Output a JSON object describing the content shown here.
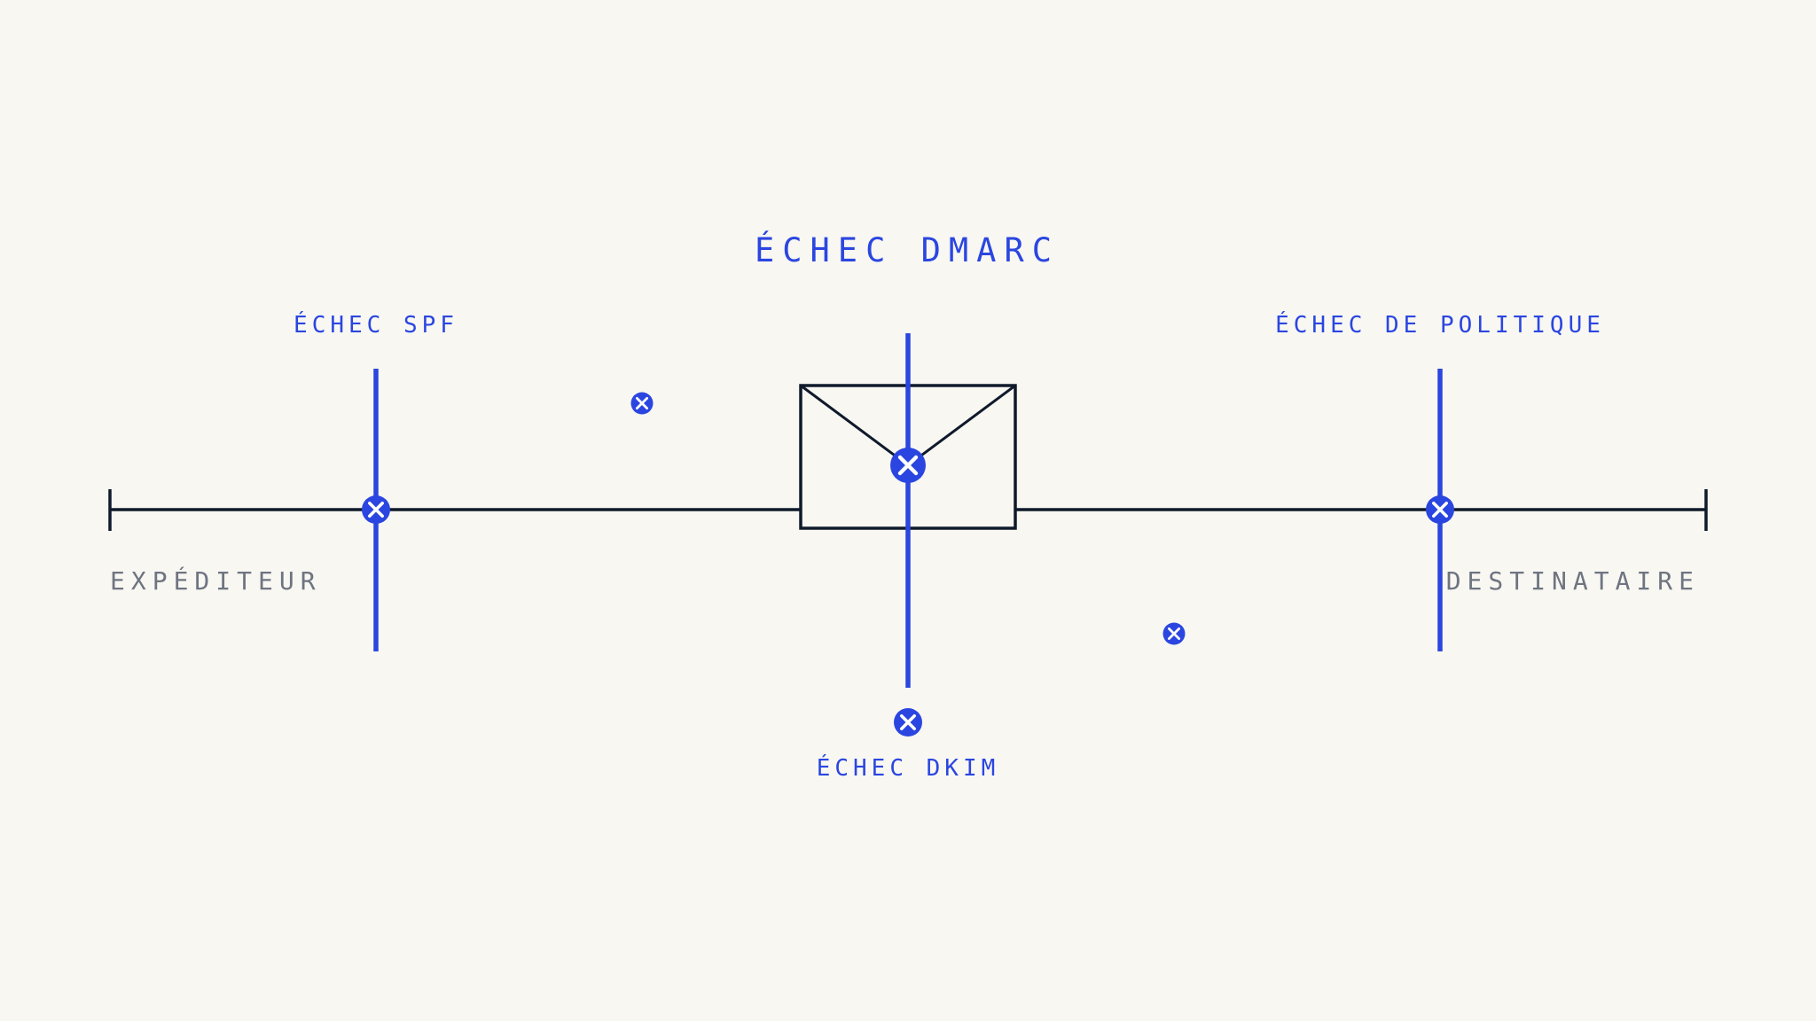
{
  "title": "ÉCHEC DMARC",
  "labels": {
    "spf": "ÉCHEC SPF",
    "dkim": "ÉCHEC DKIM",
    "policy": "ÉCHEC DE POLITIQUE",
    "sender": "EXPÉDITEUR",
    "recipient": "DESTINATAIRE"
  },
  "icons": {
    "checkpoint": "x-circle-icon",
    "message": "envelope-icon"
  },
  "colors": {
    "background": "#f8f7f2",
    "accent": "#2b46e0",
    "line": "#0f1a2b",
    "muted_text": "#6e7480"
  }
}
